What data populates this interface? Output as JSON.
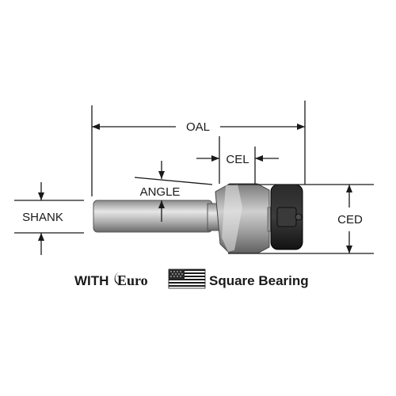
{
  "labels": {
    "oal": "OAL",
    "cel": "CEL",
    "angle": "ANGLE",
    "shank": "SHANK",
    "ced": "CED"
  },
  "caption": {
    "prefix": "WITH",
    "brand": "Euro",
    "suffix": "Square Bearing",
    "flag_icon": "us-flag-icon"
  },
  "colors": {
    "line": "#1a1a1a",
    "steel_light": "#d9d9d9",
    "steel_mid": "#a6a6a6",
    "steel_dark": "#6e6e6e",
    "bearing": "#1e1e1e"
  }
}
